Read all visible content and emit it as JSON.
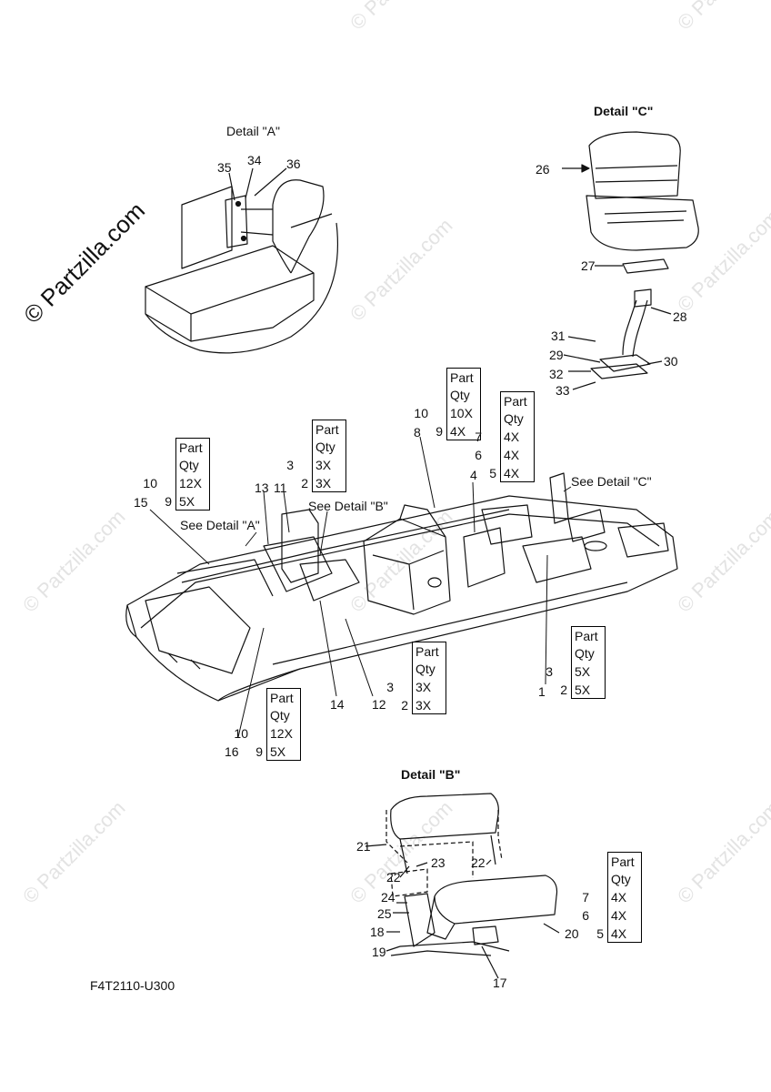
{
  "watermark": "© Partzilla.com",
  "copyright": "© Partzilla.com",
  "diagram_code": "F4T2110-U300",
  "detail_titles": {
    "a": "Detail \"A\"",
    "b": "Detail \"B\"",
    "c": "Detail \"C\""
  },
  "see_details": {
    "a": "See Detail \"A\"",
    "b": "See Detail \"B\"",
    "c": "See Detail \"C\""
  },
  "callouts": [
    "1",
    "4",
    "8",
    "11",
    "12",
    "13",
    "14",
    "15",
    "16",
    "17",
    "18",
    "19",
    "20",
    "21",
    "22",
    "22",
    "23",
    "24",
    "25",
    "26",
    "27",
    "28",
    "29",
    "30",
    "31",
    "32",
    "33",
    "34",
    "35",
    "36"
  ],
  "qty_tables": [
    {
      "id": "t10_9_left",
      "header": [
        "Part",
        "Qty"
      ],
      "rows": [
        {
          "a": "10",
          "b": "",
          "qty": "12X"
        },
        {
          "a": "",
          "b": "9",
          "qty": "5X"
        }
      ]
    },
    {
      "id": "t3_2_mid",
      "header": [
        "Part",
        "Qty"
      ],
      "rows": [
        {
          "a": "3",
          "b": "",
          "qty": "3X"
        },
        {
          "a": "",
          "b": "2",
          "qty": "3X"
        }
      ]
    },
    {
      "id": "t10_9_top",
      "header": [
        "Part",
        "Qty"
      ],
      "rows": [
        {
          "a": "10",
          "b": "",
          "qty": "10X"
        },
        {
          "a": "",
          "b": "9",
          "qty": "4X"
        }
      ]
    },
    {
      "id": "t7_6_5_top",
      "header": [
        "Part",
        "Qty"
      ],
      "rows": [
        {
          "a": "7",
          "b": "",
          "qty": "4X"
        },
        {
          "a": "6",
          "b": "",
          "qty": "4X"
        },
        {
          "a": "",
          "b": "5",
          "qty": "4X"
        }
      ]
    },
    {
      "id": "t3_2_right",
      "header": [
        "Part",
        "Qty"
      ],
      "rows": [
        {
          "a": "3",
          "b": "",
          "qty": "5X"
        },
        {
          "a": "",
          "b": "2",
          "qty": "5X"
        }
      ]
    },
    {
      "id": "t3_2_bottom",
      "header": [
        "Part",
        "Qty"
      ],
      "rows": [
        {
          "a": "3",
          "b": "",
          "qty": "3X"
        },
        {
          "a": "",
          "b": "2",
          "qty": "3X"
        }
      ]
    },
    {
      "id": "t10_9_bottom",
      "header": [
        "Part",
        "Qty"
      ],
      "rows": [
        {
          "a": "10",
          "b": "",
          "qty": "12X"
        },
        {
          "a": "",
          "b": "9",
          "qty": "5X"
        }
      ]
    },
    {
      "id": "t7_6_5_bottom",
      "header": [
        "Part",
        "Qty"
      ],
      "rows": [
        {
          "a": "7",
          "b": "",
          "qty": "4X"
        },
        {
          "a": "6",
          "b": "",
          "qty": "4X"
        },
        {
          "a": "",
          "b": "5",
          "qty": "4X"
        }
      ]
    }
  ]
}
